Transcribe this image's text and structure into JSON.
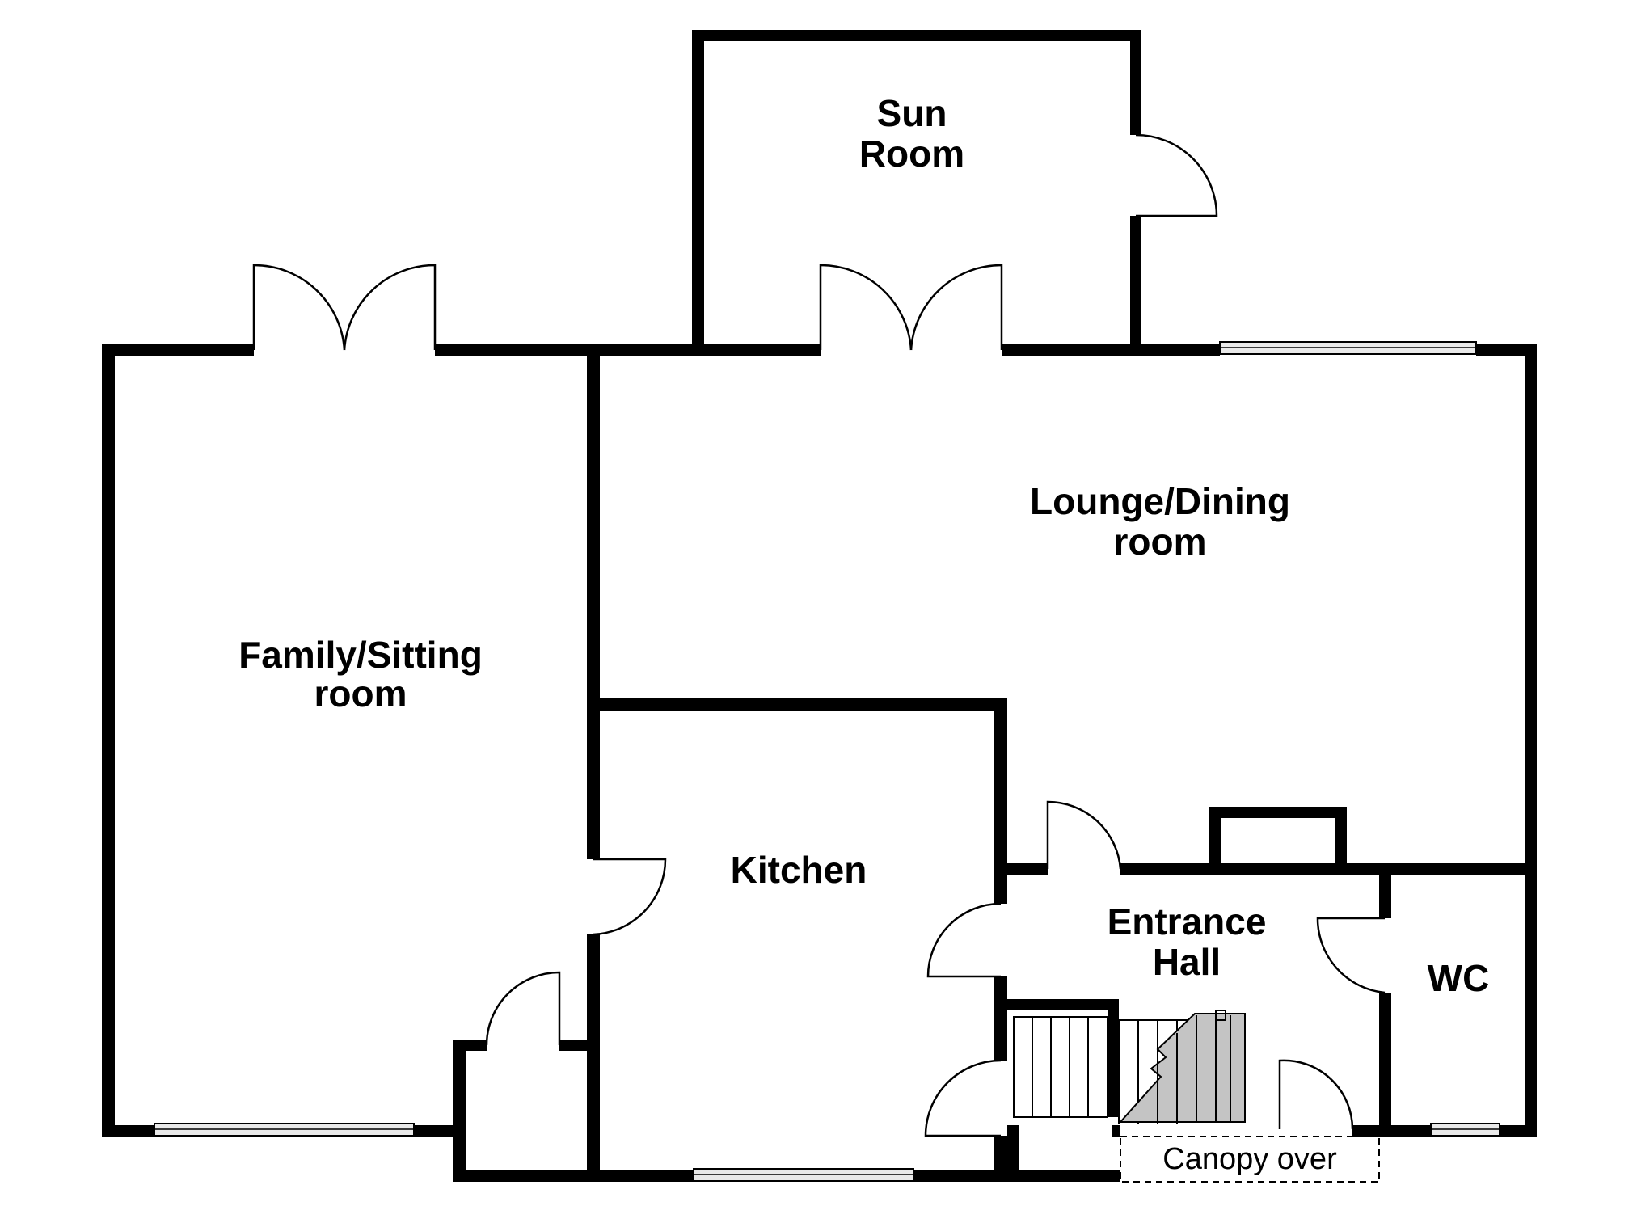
{
  "rooms": {
    "sun_room": {
      "line1": "Sun",
      "line2": "Room"
    },
    "lounge_dining": {
      "line1": "Lounge/Dining",
      "line2": "room"
    },
    "family_sitting": {
      "line1": "Family/Sitting",
      "line2": "room"
    },
    "kitchen": {
      "line1": "Kitchen"
    },
    "entrance_hall": {
      "line1": "Entrance",
      "line2": "Hall"
    },
    "wc": {
      "line1": "WC"
    }
  },
  "annotations": {
    "canopy": "Canopy over"
  },
  "colors": {
    "wall": "#000000",
    "stair_fill": "#c4c4c4",
    "window": "#e9e9e9",
    "background": "#ffffff"
  }
}
